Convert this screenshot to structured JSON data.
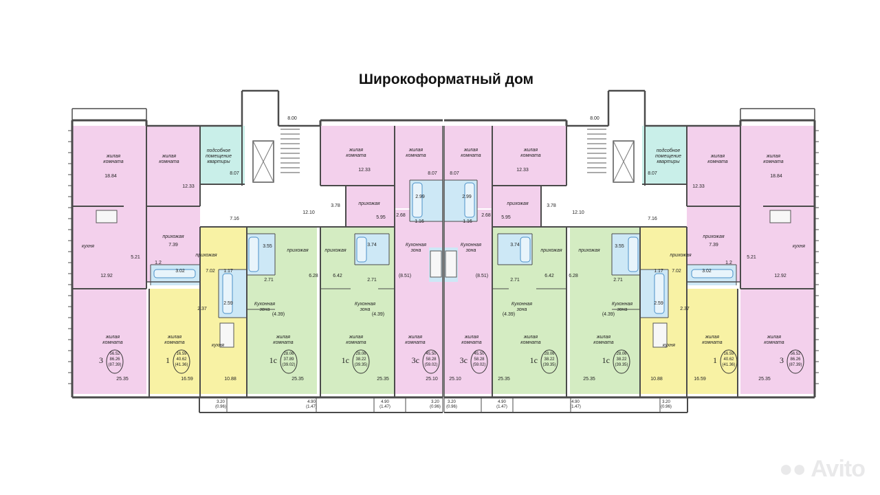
{
  "title": "Широкоформатный дом",
  "watermark": "Avito",
  "colors": {
    "pink": "#f3d0ec",
    "green": "#d4ecc2",
    "yellow": "#f8f2a4",
    "cyan": "#c9efe9",
    "wet": "#cde8f6",
    "wall": "#4a4a4a"
  },
  "labels": {
    "living_room": "жилая комната",
    "kitchen": "кухня",
    "hall": "прихожая",
    "aux": "подсобное помещение квартиры",
    "kitchen_zone": "Кухонная зона"
  },
  "apartments": [
    {
      "type": "3",
      "total": "56.52",
      "living": "86.26",
      "area3": "(87.39)"
    },
    {
      "type": "1",
      "total": "16.59",
      "living": "40.62",
      "area3": "(41.36)"
    },
    {
      "type": "1с",
      "total": "28.06",
      "living": "37.89",
      "area3": "(39.02)"
    },
    {
      "type": "1с",
      "total": "28.06",
      "living": "38.22",
      "area3": "(39.35)"
    },
    {
      "type": "3с",
      "total": "45.50",
      "living": "58.28",
      "area3": "(59.02)"
    },
    {
      "type": "3с",
      "total": "45.50",
      "living": "58.28",
      "area3": "(59.02)"
    },
    {
      "type": "1с",
      "total": "28.06",
      "living": "38.22",
      "area3": "(39.35)"
    },
    {
      "type": "1с",
      "total": "28.06",
      "living": "38.22",
      "area3": "(39.35)"
    },
    {
      "type": "1",
      "total": "16.59",
      "living": "40.62",
      "area3": "(41.36)"
    },
    {
      "type": "3",
      "total": "56.52",
      "living": "86.26",
      "area3": "(87.39)"
    }
  ],
  "areas": {
    "a1884": "18.84",
    "a1233": "12.33",
    "a807": "8.07",
    "a800": "8.00",
    "a716": "7.16",
    "a739": "7.39",
    "a521": "5.21",
    "a1292": "12.92",
    "a12": "1.2",
    "a302": "3.02",
    "a2535": "25.35",
    "a1659": "16.59",
    "a1088": "10.88",
    "a702": "7.02",
    "a117": "1.17",
    "a237": "2.37",
    "a259": "2.59",
    "a355": "3.55",
    "a271": "2.71",
    "a628": "6.28",
    "a439": "(4.39)",
    "a1210": "12.10",
    "a378": "3.78",
    "a595": "5.95",
    "a374": "3.74",
    "a642": "6.42",
    "a268": "2.68",
    "a299": "2.99",
    "a116": "1.16",
    "a851": "(8.51)",
    "a2510": "25.10"
  },
  "balconies": {
    "a320": "3.20",
    "a096": "(0.96)",
    "a490": "4.90",
    "a147": "(1.47)"
  }
}
